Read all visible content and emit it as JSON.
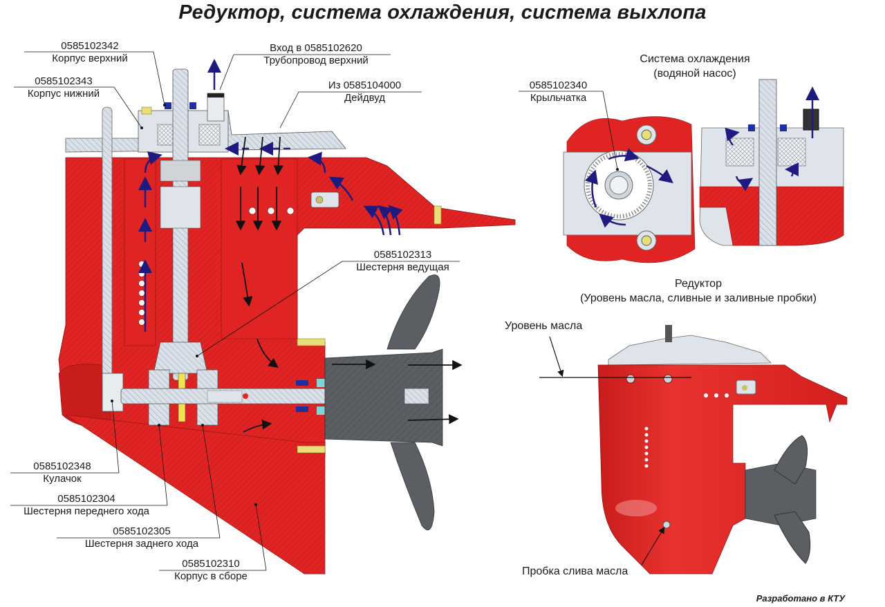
{
  "title": "Редуктор, система охлаждения, система выхлопа",
  "colors": {
    "housing_red": "#e02424",
    "housing_dark_red": "#b51818",
    "metal_light": "#d4dbe3",
    "metal_mid": "#aeb8c4",
    "propeller_gray": "#5b5e62",
    "water_flow_arrow": "#1e1a80",
    "exhaust_arrow": "#111111",
    "seal_blue": "#1e2fa0",
    "brass": "#e8df7a"
  },
  "main_section": {
    "callouts": [
      {
        "code": "0585102342",
        "name": "Корпус верхний"
      },
      {
        "code": "0585102343",
        "name": "Корпус нижний"
      },
      {
        "code": "Вход в 0585102620",
        "name": "Трубопровод верхний"
      },
      {
        "code": "Из 0585104000",
        "name": "Дейдвуд"
      },
      {
        "code": "0585102313",
        "name": "Шестерня ведущая"
      },
      {
        "code": "0585102348",
        "name": "Кулачок"
      },
      {
        "code": "0585102304",
        "name": "Шестерня переднего хода"
      },
      {
        "code": "0585102305",
        "name": "Шестерня заднего хода"
      },
      {
        "code": "0585102310",
        "name": "Корпус в сборе"
      }
    ]
  },
  "cooling_section": {
    "heading_line1": "Система охлаждения",
    "heading_line2": "(водяной насос)",
    "callouts": [
      {
        "code": "0585102340",
        "name": "Крыльчатка"
      }
    ]
  },
  "gearbox_section": {
    "heading_line1": "Редуктор",
    "heading_line2": "(Уровень масла, сливные и заливные пробки)",
    "oil_level_label": "Уровень масла",
    "drain_plug_label": "Пробка слива масла"
  },
  "credit": "Разработано в КТУ"
}
